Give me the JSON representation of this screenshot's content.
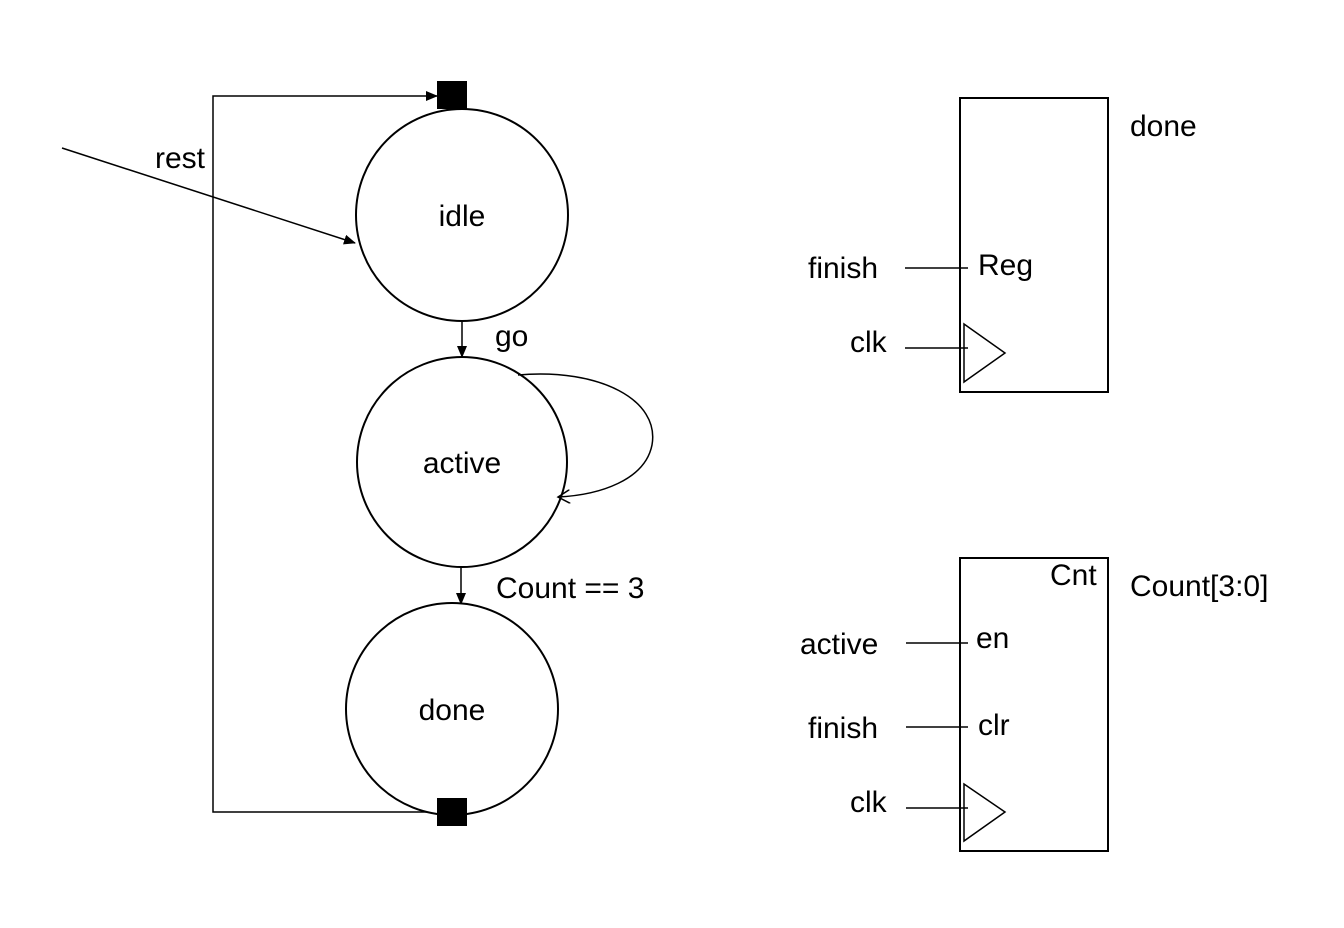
{
  "fsm": {
    "reset_label": "rest",
    "states": {
      "idle": "idle",
      "active": "active",
      "done": "done"
    },
    "transitions": {
      "idle_to_active": "go",
      "active_to_done": "Count == 3"
    }
  },
  "register": {
    "output_label": "done",
    "block_label": "Reg",
    "input_finish": "finish",
    "input_clk": "clk"
  },
  "counter": {
    "block_label": "Cnt",
    "output_label": "Count[3:0]",
    "input_active": "active",
    "port_en": "en",
    "input_finish": "finish",
    "port_clr": "clr",
    "input_clk": "clk"
  },
  "colors": {
    "line": "#000000",
    "background": "#ffffff"
  }
}
